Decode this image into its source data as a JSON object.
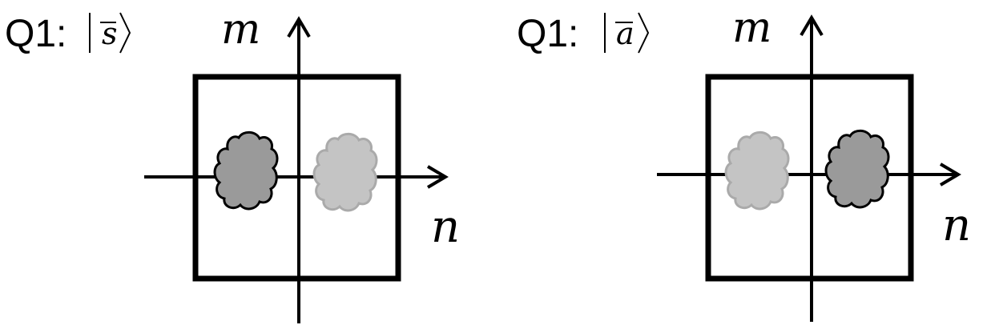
{
  "panels": [
    {
      "prefix": "Q1: ",
      "ket_symbol": "s",
      "axis_vertical_label": "m",
      "axis_horizontal_label": "n",
      "dark_blob_side": "left",
      "colors": {
        "dark_fill": "#9a9a9a",
        "dark_stroke": "#000000",
        "light_fill": "#c4c4c4",
        "light_stroke": "#aaaaaa"
      }
    },
    {
      "prefix": "Q1: ",
      "ket_symbol": "a",
      "axis_vertical_label": "m",
      "axis_horizontal_label": "n",
      "dark_blob_side": "right",
      "colors": {
        "dark_fill": "#9a9a9a",
        "dark_stroke": "#000000",
        "light_fill": "#c4c4c4",
        "light_stroke": "#aaaaaa"
      }
    }
  ]
}
